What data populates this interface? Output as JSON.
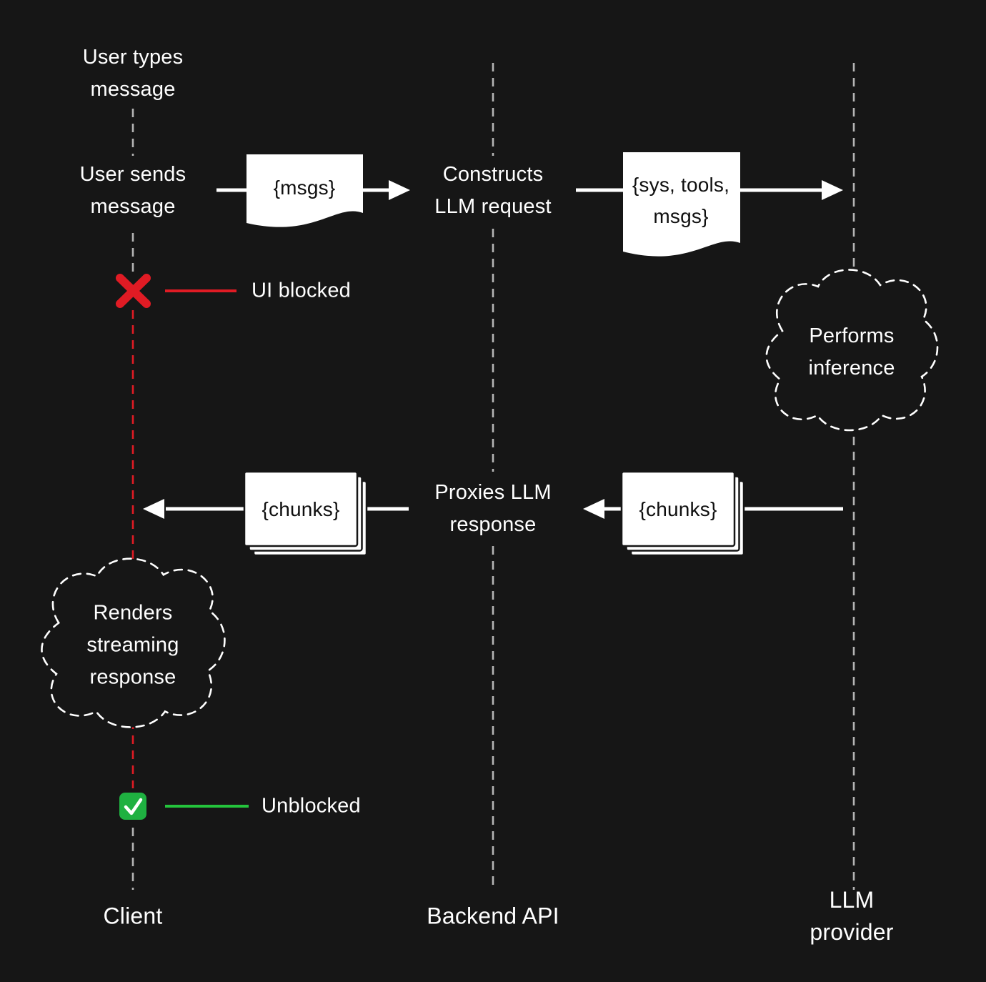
{
  "colors": {
    "background": "#161616",
    "text": "#ffffff",
    "lifeline": "#b5b5b5",
    "arrow": "#ffffff",
    "blocked": "#e01b24",
    "unblocked": "#24c43c",
    "check_bg": "#1fb141",
    "doc_fill": "#ffffff",
    "doc_text": "#0f0f0f"
  },
  "lanes": {
    "client": "Client",
    "backend": "Backend API",
    "llm": "LLM provider"
  },
  "events": {
    "user_types": "User types\nmessage",
    "user_sends": "User sends\nmessage",
    "constructs": "Constructs\nLLM request",
    "proxies": "Proxies LLM\nresponse"
  },
  "documents": {
    "msgs": "{msgs}",
    "sys_tools_msgs": "{sys, tools,\nmsgs}",
    "chunks_left": "{chunks}",
    "chunks_right": "{chunks}"
  },
  "clouds": {
    "inference": "Performs\ninference",
    "renders": "Renders\nstreaming\nresponse"
  },
  "markers": {
    "blocked": "UI blocked",
    "unblocked": "Unblocked"
  }
}
